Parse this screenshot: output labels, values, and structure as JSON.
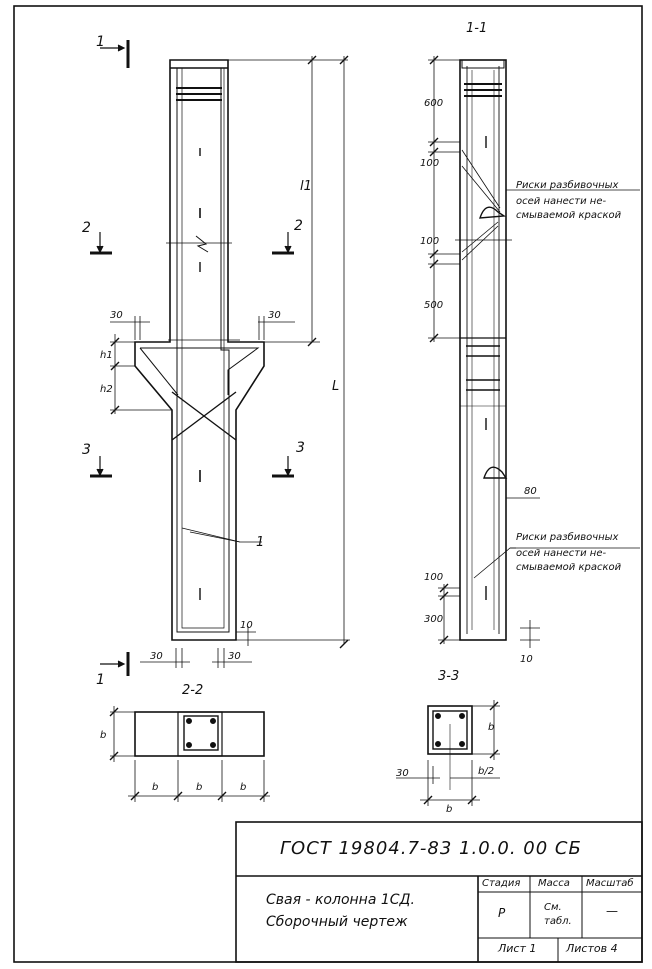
{
  "section_marks": {
    "s1": "1",
    "s2": "2",
    "s3": "3"
  },
  "view_titles": {
    "v11": "1-1",
    "v22": "2-2",
    "v33": "3-3"
  },
  "dims": {
    "d30a": "30",
    "d30b": "30",
    "d30c": "30",
    "d30d": "30",
    "d30e": "30",
    "h1": "h1",
    "h2": "h2",
    "l1": "l1",
    "L": "L",
    "d10a": "10",
    "d10b": "10",
    "d600": "600",
    "d100a": "100",
    "d100b": "100",
    "d500": "500",
    "d100c": "100",
    "d300": "300",
    "d80": "80",
    "b1": "b",
    "b2": "b",
    "b3": "b",
    "b4": "b",
    "b5": "b",
    "b6": "b",
    "bhalf": "b/2"
  },
  "leader_1": "1",
  "notes": {
    "n1_l1": "Риски разбивочных",
    "n1_l2": "осей нанести не-",
    "n1_l3": "смываемой краской",
    "n2_l1": "Риски разбивочных",
    "n2_l2": "осей нанести не-",
    "n2_l3": "смываемой краской"
  },
  "title_block": {
    "doc_code": "ГОСТ 19804.7-83 1.0.0. 00 СБ",
    "name_line1": "Свая - колонна 1СД.",
    "name_line2": "Сборочный чертеж",
    "stage_header": "Стадия",
    "mass_header": "Масса",
    "scale_header": "Масштаб",
    "stage_value": "Р",
    "mass_value_l1": "См.",
    "mass_value_l2": "табл.",
    "scale_value": "—",
    "sheet": "Лист 1",
    "sheets": "Листов 4"
  }
}
